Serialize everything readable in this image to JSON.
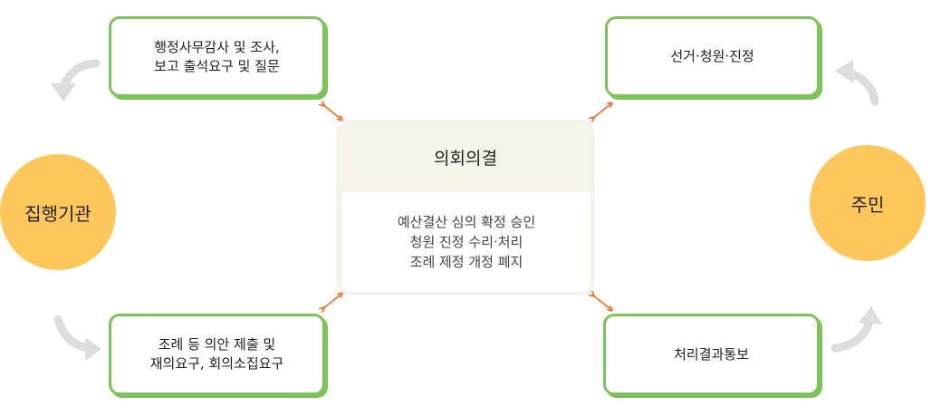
{
  "left_circle": {
    "label": "집행기관"
  },
  "right_circle": {
    "label": "주민"
  },
  "box_top_left": {
    "line1": "행정사무감사 및 조사,",
    "line2": "보고 출석요구 및 질문"
  },
  "box_bottom_left": {
    "line1": "조례 등 의안 제출 및",
    "line2": "재의요구, 회의소집요구"
  },
  "box_top_right": {
    "label": "선거·청원·진정"
  },
  "box_bottom_right": {
    "label": "처리결과통보"
  },
  "center": {
    "title": "의회의결",
    "items": [
      "예산결산 심의 확정 승인",
      "청원 진정 수리·처리",
      "조례 제정 개정 폐지"
    ]
  },
  "colors": {
    "green": "#7dc35a",
    "orange_circle": "#fec75b",
    "arrow_orange": "#f26b1d",
    "curve_gray": "#dddddd"
  }
}
